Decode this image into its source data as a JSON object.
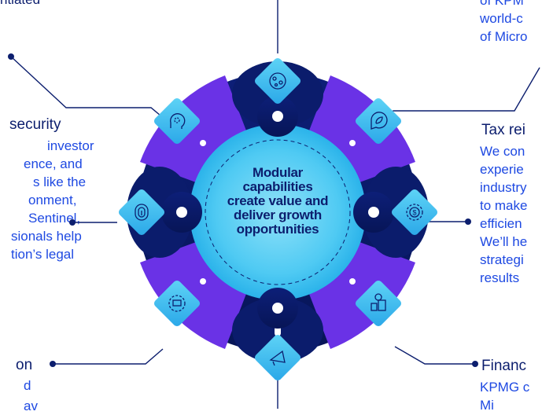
{
  "center": {
    "line1": "Modular",
    "line2": "capabilities",
    "line3": "create value and",
    "line4": "deliver growth",
    "line5": "opportunities"
  },
  "left_top": {
    "line1": "ntiated"
  },
  "left_security": {
    "heading": "security",
    "line1": "investor",
    "line2": "ence, and",
    "line3": "s like the",
    "line4": "onment,",
    "line5": "Sentinel,",
    "line6": "sionals help",
    "line7": "tion’s legal"
  },
  "left_bottom": {
    "heading": "on",
    "line1": "d",
    "line2": "av"
  },
  "right_top": {
    "line1": "of KPM",
    "line2": "world-c",
    "line3": "of Micro"
  },
  "right_tax": {
    "heading": "Tax rei",
    "line1": "We con",
    "line2": "experie",
    "line3": "industry",
    "line4": "to make",
    "line5": "efficien",
    "line6": "We’ll he",
    "line7": "strategi",
    "line8": "results"
  },
  "right_finance": {
    "heading": "Financ",
    "line1": "KPMG c",
    "line2": "Mi"
  },
  "colors": {
    "navy": "#0c1e6e",
    "blue": "#1e49e2",
    "purple": "#7a2ee8",
    "light_blue": "#2bbdf0",
    "cyan": "#7fd9f5"
  },
  "icons": [
    "brain-network-icon",
    "leaf-bubble-icon",
    "dollar-gear-icon",
    "money-building-icon",
    "megaphone-icon",
    "gear-monitor-icon",
    "fingerprint-icon",
    "gear-head-icon"
  ]
}
